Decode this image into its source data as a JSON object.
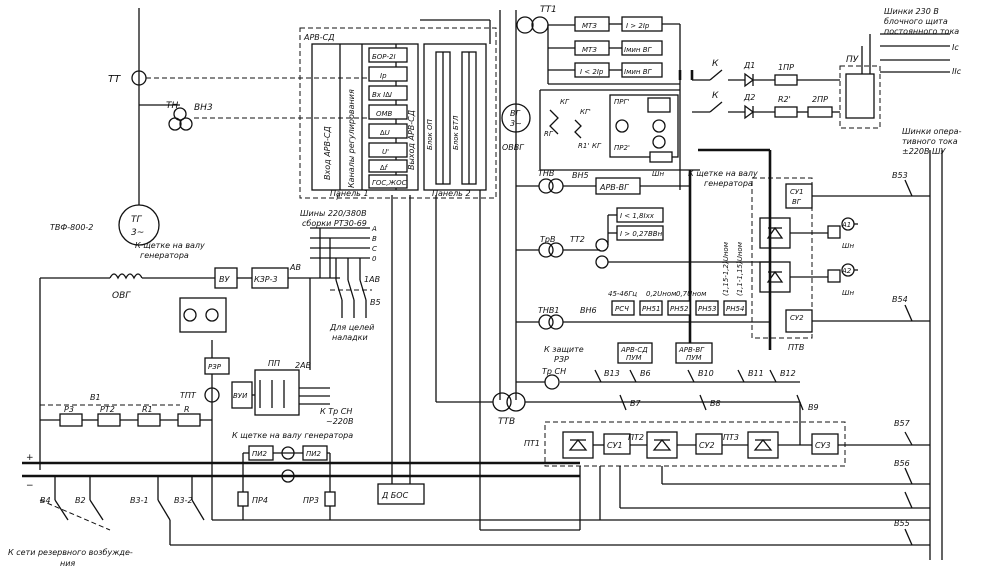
{
  "labels": {
    "tt": "ТТ",
    "tn": "ТН",
    "vn3": "ВН3",
    "tg": "ТГ",
    "tg_sub": "3~",
    "tg_model": "ТВФ-800-2",
    "ovg": "ОВГ",
    "brush_note_1": "К щетке на валу",
    "brush_note_1b": "генератора",
    "vu": "ВУ",
    "kzr": "КЗР-3",
    "av": "АВ",
    "bus_title": "Шины 220/380В",
    "bus_sub": "сборки РТЗ0-69",
    "bus_a": "А",
    "bus_b": "В",
    "bus_c": "С",
    "bus_0": "0",
    "av1": "1АВ",
    "v5": "В5",
    "tuning_1": "Для целей",
    "tuning_2": "наладки",
    "rzr": "РЗР",
    "tpt": "ТПТ",
    "vui": "ВУИ",
    "pp": "ПП",
    "av2": "2АВ",
    "tr_sn_1": "К Тр СН",
    "tr_sn_2": "~220В",
    "brush_note_2": "К щетке на валу генератора",
    "pi2a": "ПИ2",
    "pi2b": "ПИ2",
    "pr4": "ПР4",
    "pr3": "ПР3",
    "dbos": "Д БОС",
    "v1": "В1",
    "r3": "Р3",
    "rt2": "РТ2",
    "r1": "R1",
    "r": "R",
    "v4": "В4",
    "v2": "В2",
    "v3_1": "В3-1",
    "v3_2": "В3-2",
    "reserve_1": "К сети резервного возбужде-",
    "reserve_2": "ния",
    "arv_sd": "АРВ-СД",
    "arv_input": "Вход АРВ-СД",
    "arv_channels": "Каналы регулирования",
    "arv_output": "Выход АРВ-СД",
    "ch_bor": "БОР-2I",
    "ch_ip": "Iр",
    "ch_bx": "Bx I∆I",
    "ch_omv": "ОМВ",
    "ch_du": "∆U",
    "ch_u1": "U'",
    "ch_df": "∆f",
    "ch_f1": "f'",
    "ch_gos": "ГОС,ЖОС",
    "panel1": "Панель 1",
    "panel2": "Панель 2",
    "blok_op": "Блок ОП",
    "blok_btl": "Блок БТЛ",
    "tt1": "ТТ1",
    "mtz1": "МТЗ",
    "mtz2": "МТЗ",
    "rel1": "I > 2Iр",
    "rel2": "Iмин ВГ",
    "rel3": "I < 2Iр",
    "rel4": "Iмин ВГ",
    "vg": "ВГ",
    "vg_sub": "3~",
    "ovvg": "ОВВГ",
    "kg1": "КГ",
    "kg2": "КГ'",
    "kg3": "КГ",
    "rg": "RГ",
    "r1p": "R1'",
    "prg": "ПРГ'",
    "pr2": "ПР2'",
    "shn": "Шн",
    "tnv": "ТНВ",
    "vn5": "ВН5",
    "arv_vg": "АРВ-ВГ",
    "brush_note_3": "К щетке на валу",
    "brush_note_3b": "генератора",
    "k1": "К",
    "k2": "К",
    "d1": "Д1",
    "d2": "Д2",
    "pr1": "1ПР",
    "r2": "R2'",
    "pr2b": "2ПР",
    "pu": "ПУ",
    "dc_bus_1": "Шинки 230 В",
    "dc_bus_2": "блочного щита",
    "dc_bus_3": "постоянного тока",
    "ic": "Iс",
    "iic": "IIс",
    "op_bus_1": "Шинки опера-",
    "op_bus_2": "тивного тока",
    "op_bus_3": "±220В ШУ",
    "trv": "ТрВ",
    "tt2": "ТТ2",
    "rel5": "I < 1,8Ixx",
    "rel6": "I > 0,27ВВн",
    "su1": "СУ1",
    "su2": "СУ2",
    "vg_su": "ВГ",
    "ptv": "ПТВ",
    "v53": "В53",
    "v54": "В54",
    "a1": "А1",
    "a2": "А2",
    "shn2": "Шн",
    "shn3": "Шн",
    "u_label_1": "(1,15-1,2)Uном",
    "u_label_2": "(1,1-1,15)Uном",
    "tnv1": "ТНВ1",
    "vn6": "ВН6",
    "f_rng": "45-46Гц",
    "u_02": "0,2Uном",
    "u_07": "0,7Uном",
    "rch": "РСЧ",
    "rn51": "РН51",
    "rn52": "РН52",
    "rn53": "РН53",
    "rn54": "РН54",
    "protect_1": "К защите",
    "protect_2": "РЗР",
    "arv_sd_pum_1": "АРВ-СД",
    "arv_sd_pum_2": "ПУМ",
    "arv_vg_pum_1": "АРВ-ВГ",
    "arv_vg_pum_2": "ПУМ",
    "trsn": "Тр СН",
    "v13": "В13",
    "v6": "В6",
    "v10": "В10",
    "v11": "В11",
    "v12": "В12",
    "ttv": "ТТВ",
    "v7": "В7",
    "v8": "В8",
    "v9": "В9",
    "pt1": "ПТ1",
    "pt2": "ПТ2",
    "pt3": "ПТ3",
    "su1b": "СУ1",
    "su2b": "СУ2",
    "su3": "СУ3",
    "v57": "В57",
    "v56": "В56",
    "v55": "В55"
  }
}
